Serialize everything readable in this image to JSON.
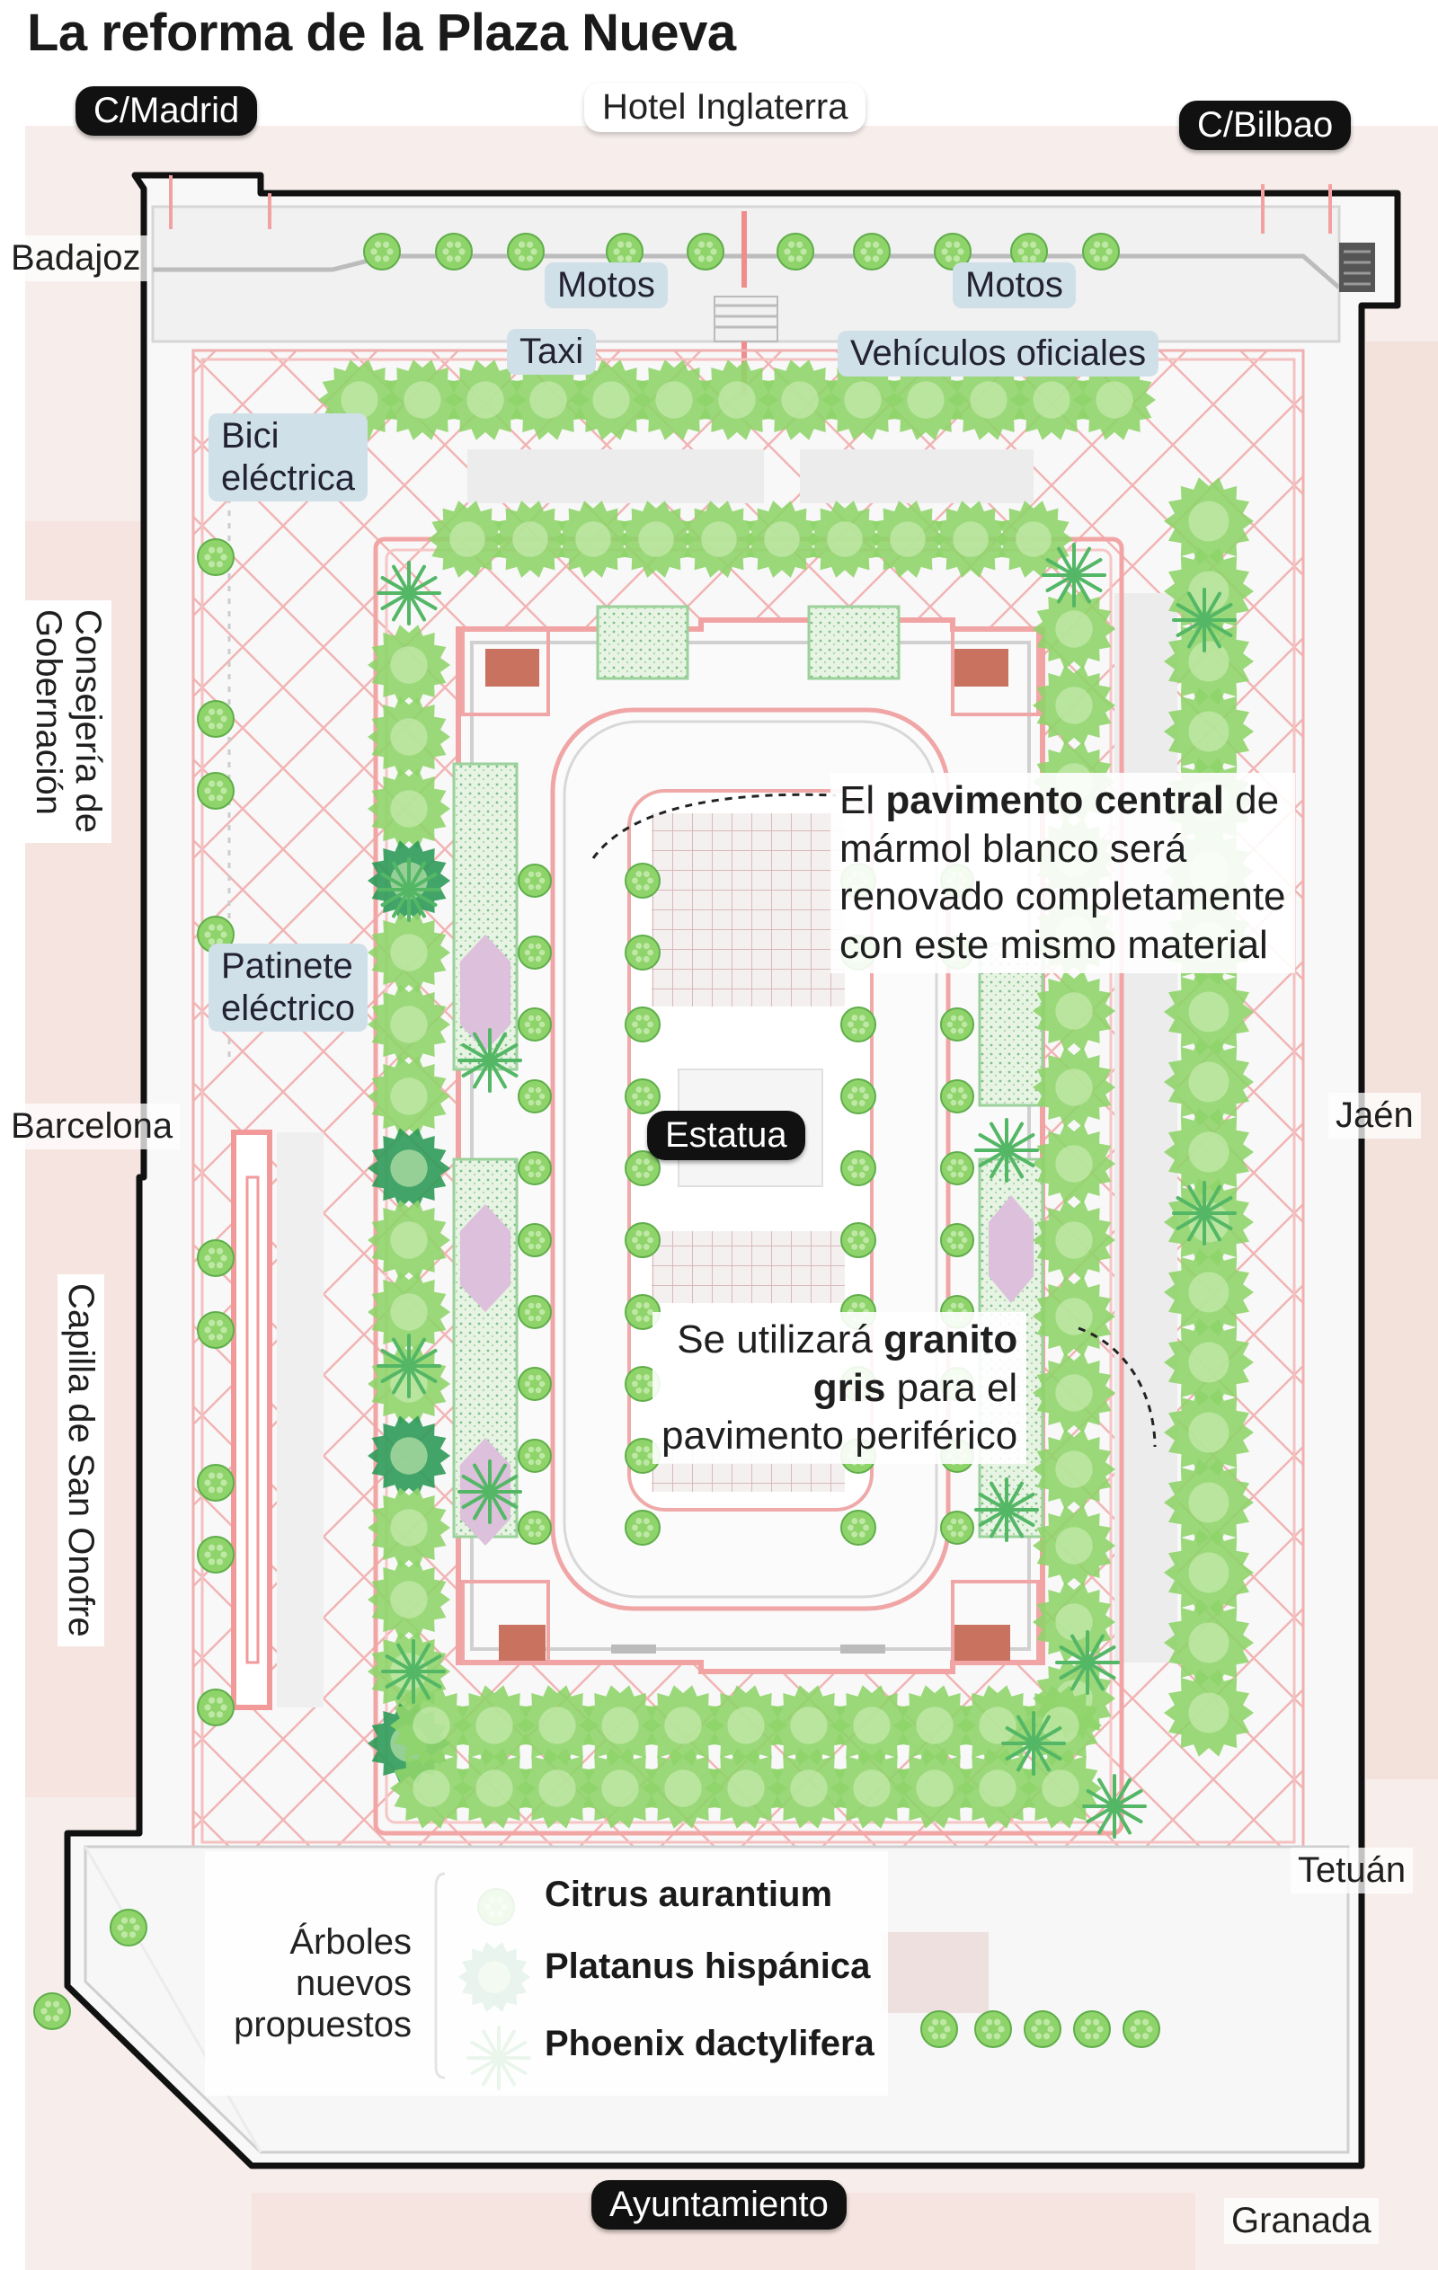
{
  "title": "La reforma de la Plaza Nueva",
  "streets": {
    "madrid": "C/Madrid",
    "hotel": "Hotel Inglaterra",
    "bilbao": "C/Bilbao",
    "badajoz": "Badajoz",
    "consejeria": "Consejería de Gobernación",
    "barcelona": "Barcelona",
    "capilla": "Capilla de San Onofre",
    "jaen": "Jaén",
    "tetuan": "Tetuán",
    "ayuntamiento": "Ayuntamiento",
    "granada": "Granada"
  },
  "zones": {
    "motos_left": "Motos",
    "motos_right": "Motos",
    "taxi": "Taxi",
    "oficiales": "Vehículos oficiales",
    "bici_l1": "Bici",
    "bici_l2": "eléctrica",
    "patinete_l1": "Patinete",
    "patinete_l2": "eléctrico",
    "estatua": "Estatua"
  },
  "note_central": {
    "pre": "El ",
    "bold": "pavimento central",
    "post_l1": " de",
    "l2": "mármol blanco será",
    "l3": "renovado completamente",
    "l4": "con este mismo material"
  },
  "note_granito": {
    "pre": "Se utilizará ",
    "bold1": "granito",
    "bold2": "gris",
    "post_l2": " para el",
    "l3": "pavimento periférico"
  },
  "legend": {
    "title_l1": "Árboles",
    "title_l2": "nuevos",
    "title_l3": "propuestos",
    "items": [
      {
        "label": "Citrus aurantium",
        "icon": "citrus-tree-icon"
      },
      {
        "label": "Platanus hispánica",
        "icon": "platanus-tree-icon"
      },
      {
        "label": "Phoenix dactylifera",
        "icon": "phoenix-palm-icon"
      }
    ]
  },
  "colors": {
    "paving_pink": "#f2a6a6",
    "tree_light": "#8fd46a",
    "tree_dark": "#2e9a58",
    "boundary": "#111111",
    "label_blue": "#cfe0e8"
  }
}
